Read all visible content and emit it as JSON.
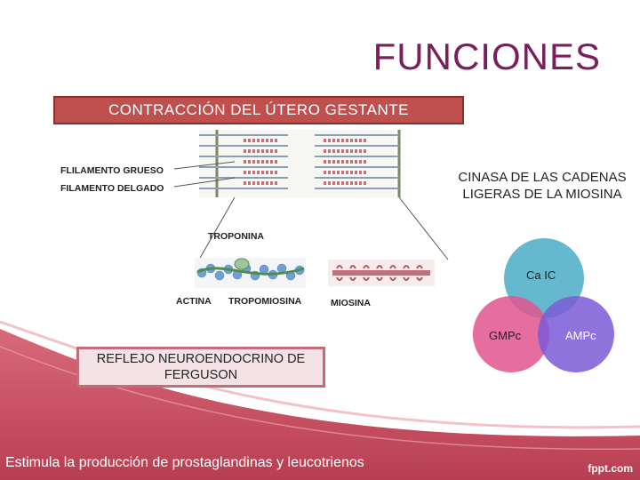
{
  "title": "FUNCIONES",
  "banner": "CONTRACCIÓN DEL ÚTERO GESTANTE",
  "diagram_labels": {
    "thick": "FLILAMENTO GRUESO",
    "thin": "FILAMENTO DELGADO",
    "troponina": "TROPONINA",
    "actina": "ACTINA",
    "tropomiosina": "TROPOMIOSINA",
    "miosina": "MIOSINA"
  },
  "cinasa": "CINASA DE LAS CADENAS LIGERAS DE LA MIOSINA",
  "venn": {
    "top": "Ca IC",
    "left": "GMPc",
    "right": "AMPc",
    "colors": {
      "top": "#4bacc6",
      "left": "#e0558e",
      "right": "#7b5bd6"
    }
  },
  "reflejo": "REFLEJO NEUROENDOCRINO DE FERGUSON",
  "bottom_text": "Estimula la producción de prostaglandinas y leucotrienos",
  "watermark": "fppt.com",
  "colors": {
    "title": "#7a1f5c",
    "banner": "#c0504d",
    "swoosh": "#c0505f"
  }
}
